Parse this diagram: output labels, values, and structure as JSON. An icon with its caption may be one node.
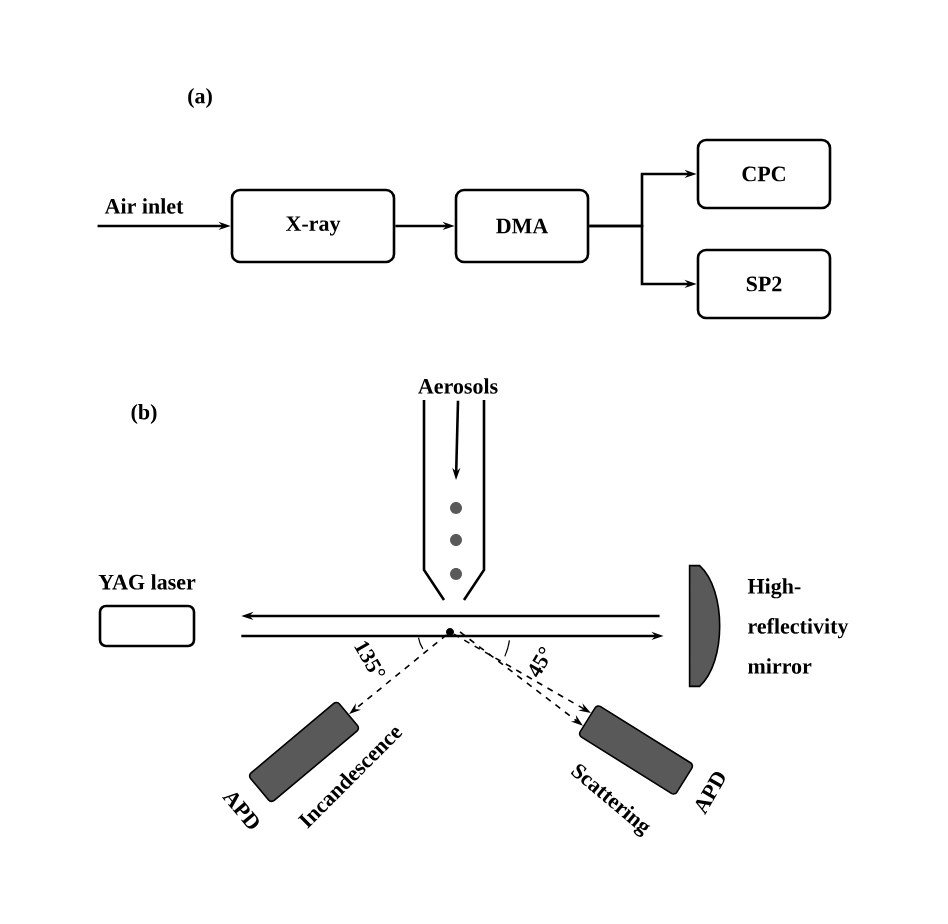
{
  "diagram": {
    "nodes": [
      {
        "text": [
          "Air inlet"
        ]
      },
      {
        "text": [
          "X-ray"
        ]
      },
      {
        "text": [
          "DMA"
        ]
      },
      {
        "text": [
          "CPC"
        ]
      },
      {
        "text": [
          "SP2"
        ]
      },
      {
        "text": [
          "Aerosols"
        ]
      },
      {
        "text": [
          "YAG laser"
        ]
      },
      {
        "text": [
          "High-reflectivity mirror"
        ]
      },
      {
        "text": [
          "APD",
          "Incandescence"
        ]
      },
      {
        "text": [
          "Scattering",
          "APD"
        ]
      },
      {
        "text": [],
        "shape": "circle"
      }
    ],
    "edges": [
      {
        "from": 0,
        "to": 1,
        "arrow": "to"
      },
      {
        "from": 1,
        "to": 2,
        "arrow": "to"
      },
      {
        "from": 2,
        "to": 3,
        "arrow": "to"
      },
      {
        "from": 2,
        "to": 4,
        "arrow": "to"
      },
      {
        "from": 5,
        "to": null,
        "arrow": "to"
      },
      {
        "from": 7,
        "to": 6,
        "arrow": "to"
      },
      {
        "from": 6,
        "to": 7,
        "arrow": "to"
      },
      {
        "from": 10,
        "to": 8,
        "arrow": "to",
        "style": "dashed"
      },
      {
        "from": 10,
        "to": 9,
        "arrow": "to",
        "style": "dashed"
      },
      {
        "from": 10,
        "to": 9,
        "arrow": "to",
        "style": "dashed"
      }
    ],
    "labels": [
      "(a)",
      "(b)",
      "135°",
      "45°"
    ]
  }
}
